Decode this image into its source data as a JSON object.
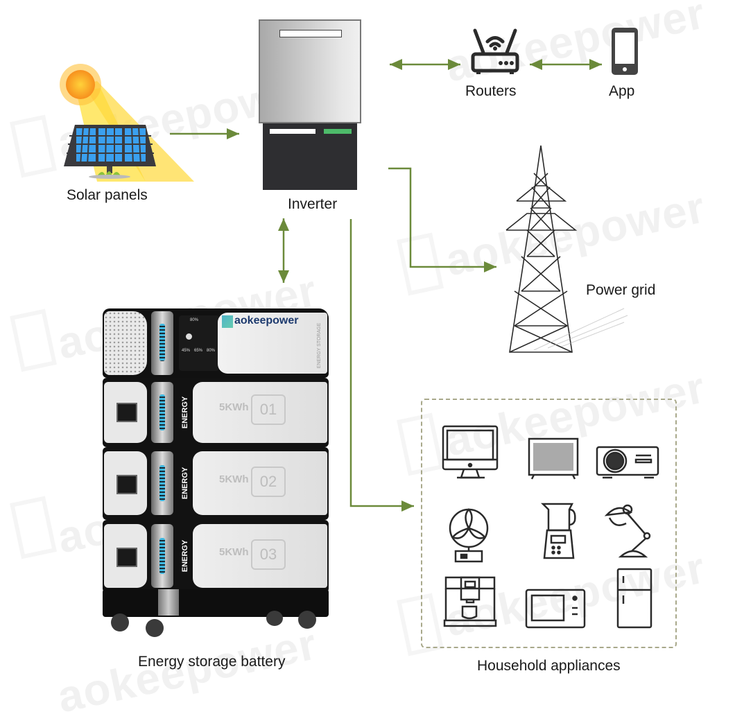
{
  "diagram": {
    "nodes": {
      "solar": {
        "label": "Solar panels",
        "icon": "solar-panel-icon"
      },
      "inverter": {
        "label": "Inverter",
        "icon": "inverter-icon"
      },
      "router": {
        "label": "Routers",
        "icon": "router-icon"
      },
      "app": {
        "label": "App",
        "icon": "smartphone-icon"
      },
      "grid": {
        "label": "Power grid",
        "icon": "transmission-tower-icon"
      },
      "battery": {
        "label": "Energy storage battery",
        "icon": "battery-stack-icon"
      },
      "appliances": {
        "label": "Household appliances",
        "icon": "appliances-group"
      }
    },
    "edges": [
      {
        "from": "solar",
        "to": "inverter",
        "direction": "one-way"
      },
      {
        "from": "inverter",
        "to": "router",
        "direction": "two-way"
      },
      {
        "from": "router",
        "to": "app",
        "direction": "two-way"
      },
      {
        "from": "inverter",
        "to": "grid",
        "direction": "one-way"
      },
      {
        "from": "inverter",
        "to": "battery",
        "direction": "two-way"
      },
      {
        "from": "inverter",
        "to": "appliances",
        "direction": "one-way"
      }
    ],
    "colors": {
      "arrow": "#6b8a3a",
      "dashed_border": "#a8a88a",
      "inverter_led": "#4dbb6a",
      "battery_led": "#3fb8e0"
    }
  },
  "battery": {
    "brand": "aokeepower",
    "side_text": "ENERGY STORAGE",
    "display_stats": [
      "45%",
      "65%",
      "80%"
    ],
    "display_top": "80%",
    "modules": [
      {
        "tag": "ENERGY",
        "capacity": "5KWh",
        "number": "01"
      },
      {
        "tag": "ENERGY",
        "capacity": "5KWh",
        "number": "02"
      },
      {
        "tag": "ENERGY",
        "capacity": "5KWh",
        "number": "03"
      }
    ]
  },
  "appliances": [
    {
      "name": "desktop-monitor-icon"
    },
    {
      "name": "television-icon"
    },
    {
      "name": "projector-icon"
    },
    {
      "name": "fan-icon"
    },
    {
      "name": "blender-icon"
    },
    {
      "name": "desk-lamp-icon"
    },
    {
      "name": "coffee-machine-icon"
    },
    {
      "name": "microwave-icon"
    },
    {
      "name": "refrigerator-icon"
    }
  ],
  "watermark": "aokeepower"
}
